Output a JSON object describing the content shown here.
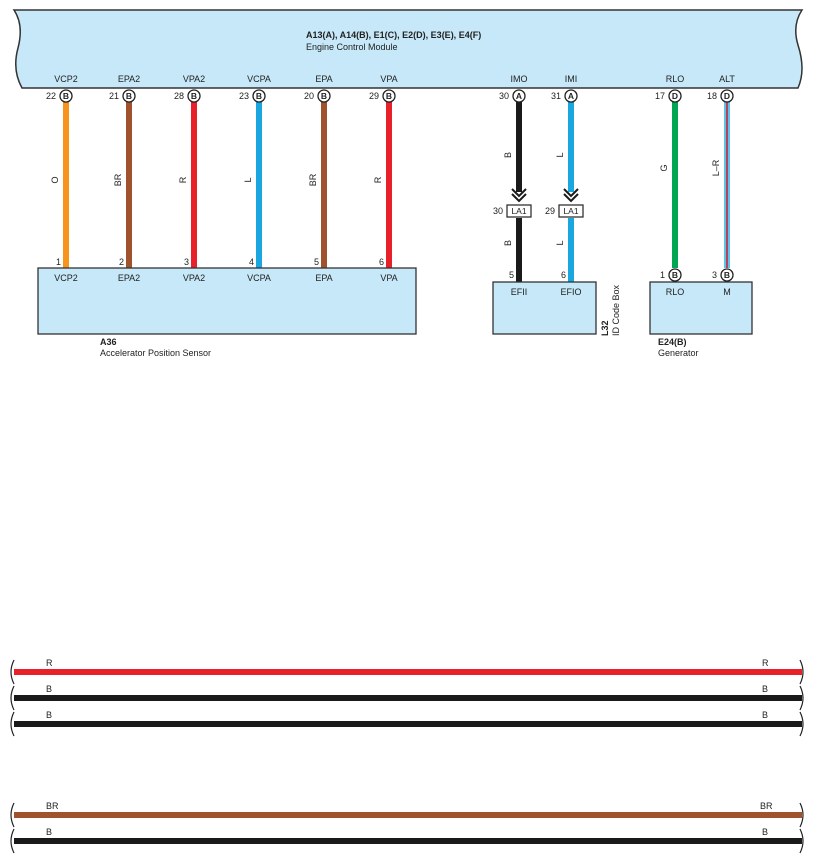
{
  "ecm": {
    "connectors": "A13(A), A14(B), E1(C), E2(D), E3(E), E4(F)",
    "name": "Engine Control Module",
    "fill": "#c6e8f8"
  },
  "wires": [
    {
      "ecm_label": "VCP2",
      "ecm_pin": "22",
      "conn": "B",
      "color_code": "O",
      "color": "#f7941d",
      "end_pin": "1",
      "end_label": "VCP2"
    },
    {
      "ecm_label": "EPA2",
      "ecm_pin": "21",
      "conn": "B",
      "color_code": "BR",
      "color": "#a0522d",
      "end_pin": "2",
      "end_label": "EPA2"
    },
    {
      "ecm_label": "VPA2",
      "ecm_pin": "28",
      "conn": "B",
      "color_code": "R",
      "color": "#e8202a",
      "end_pin": "3",
      "end_label": "VPA2"
    },
    {
      "ecm_label": "VCPA",
      "ecm_pin": "23",
      "conn": "B",
      "color_code": "L",
      "color": "#1aa7e0",
      "end_pin": "4",
      "end_label": "VCPA"
    },
    {
      "ecm_label": "EPA",
      "ecm_pin": "20",
      "conn": "B",
      "color_code": "BR",
      "color": "#a0522d",
      "end_pin": "5",
      "end_label": "EPA"
    },
    {
      "ecm_label": "VPA",
      "ecm_pin": "29",
      "conn": "B",
      "color_code": "R",
      "color": "#e8202a",
      "end_pin": "6",
      "end_label": "VPA"
    },
    {
      "ecm_label": "IMO",
      "ecm_pin": "30",
      "conn": "A",
      "color_code": "B",
      "color": "#1a1a1a",
      "junction": "LA1",
      "junction_pin": "30",
      "color_code2": "B",
      "end_pin": "5",
      "end_label": "EFII"
    },
    {
      "ecm_label": "IMI",
      "ecm_pin": "31",
      "conn": "A",
      "color_code": "L",
      "color": "#1aa7e0",
      "junction": "LA1",
      "junction_pin": "29",
      "color_code2": "L",
      "end_pin": "6",
      "end_label": "EFIO"
    },
    {
      "ecm_label": "RLO",
      "ecm_pin": "17",
      "conn": "D",
      "color_code": "G",
      "color": "#00a651",
      "end_pin": "1",
      "end_conn": "B",
      "end_label": "RLO"
    },
    {
      "ecm_label": "ALT",
      "ecm_pin": "18",
      "conn": "D",
      "color_code": "L–R",
      "color": "#1aa7e0",
      "stripe": "#e8202a",
      "end_pin": "3",
      "end_conn": "B",
      "end_label": "M"
    }
  ],
  "components": {
    "aps": {
      "id": "A36",
      "name": "Accelerator Position Sensor"
    },
    "idbox": {
      "id": "L32",
      "name": "ID Code Box"
    },
    "gen": {
      "id": "E24(B)",
      "name": "Generator"
    }
  },
  "legend": [
    {
      "code": "R",
      "color": "#e8202a"
    },
    {
      "code": "B",
      "color": "#1a1a1a"
    },
    {
      "code": "B",
      "color": "#1a1a1a"
    },
    {
      "code": "BR",
      "color": "#a0522d"
    },
    {
      "code": "B",
      "color": "#1a1a1a"
    }
  ]
}
